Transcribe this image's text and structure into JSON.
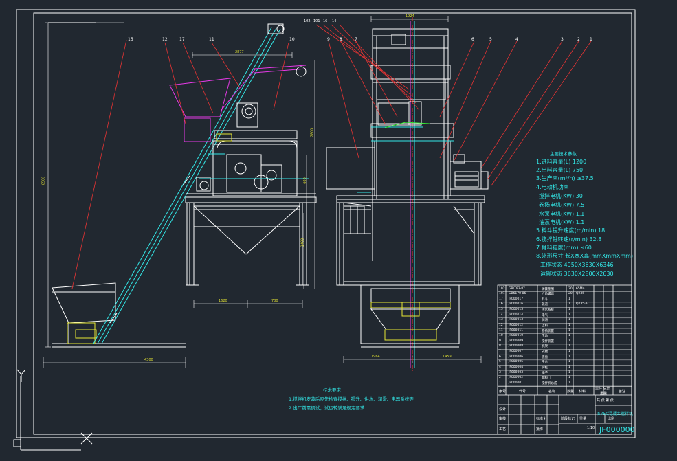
{
  "balloons": {
    "n15": "15",
    "n12": "12",
    "n17": "17",
    "n11": "11",
    "n10": "10",
    "n102": "102",
    "n101": "101",
    "n16": "16",
    "n14": "14",
    "n9": "9",
    "n8": "8",
    "n7": "7",
    "n6": "6",
    "n5": "5",
    "n4": "4",
    "n3": "3",
    "n2": "2",
    "n1": "1"
  },
  "dimensions": {
    "top_left": "2877",
    "top_right": "1924",
    "bottom_overall": "4300",
    "bottom_a": "1620",
    "bottom_b": "780",
    "bottom_c": "1964",
    "bottom_d": "1459",
    "v_total": "6500",
    "v_a": "2800",
    "v_b": "1400",
    "v_c": "600"
  },
  "params": {
    "title": "主要技术参数",
    "l1": "1.进料容量(L)   1200",
    "l2": "2.出料容量(L)   750",
    "l3": "3.生产率(m³/h)  ≥37.5",
    "l4": "4.电动机功率",
    "l4a": "搅拌电机(KW)   30",
    "l4b": "卷扬电机(KW)   7.5",
    "l4c": "水泵电机(KW)   1.1",
    "l4d": "油泵电机(KW)   1.1",
    "l5": "5.料斗提升速度(m/min)  18",
    "l6": "6.搅拌轴转速(r/min)   32.8",
    "l7": "7.骨料粒度(mm)      ≤60",
    "l8": "8.外形尺寸 长X宽X高(mmXmmXmm)",
    "l8a": "工作状态  4950X3630X6346",
    "l8b": "运输状态  3630X2800X2630"
  },
  "notes": {
    "title": "技术要求",
    "n1": "1.搅拌机安装后应先检查搅拌、提升、供水、润滑、电器系统等",
    "n2": "2.出厂前需调试，试运转满足规定要求"
  },
  "bom": {
    "rows": [
      {
        "no": "102",
        "code": "GB/T93-87",
        "name": "弹簧垫圈",
        "qty": "20",
        "mat": "65Mn"
      },
      {
        "no": "101",
        "code": "GB6170-86",
        "name": "六角螺母",
        "qty": "20",
        "mat": "Q235"
      },
      {
        "no": "17",
        "code": "JF000017",
        "name": "料斗",
        "qty": "1",
        "mat": ""
      },
      {
        "no": "16",
        "code": "JF000016",
        "name": "轨道",
        "qty": "1",
        "mat": "Q235-A"
      },
      {
        "no": "15",
        "code": "JF000015",
        "name": "供水系统",
        "qty": "1",
        "mat": ""
      },
      {
        "no": "14",
        "code": "JF000014",
        "name": "电气",
        "qty": "1",
        "mat": ""
      },
      {
        "no": "13",
        "code": "JF000013",
        "name": "润滑",
        "qty": "1",
        "mat": ""
      },
      {
        "no": "12",
        "code": "JF000012",
        "name": "上料",
        "qty": "1",
        "mat": ""
      },
      {
        "no": "11",
        "code": "JF000011",
        "name": "卷扬装置",
        "qty": "1",
        "mat": ""
      },
      {
        "no": "10",
        "code": "JF000010",
        "name": "传动",
        "qty": "1",
        "mat": ""
      },
      {
        "no": "9",
        "code": "JF000009",
        "name": "搅拌装置",
        "qty": "1",
        "mat": ""
      },
      {
        "no": "8",
        "code": "JF000008",
        "name": "机架",
        "qty": "1",
        "mat": ""
      },
      {
        "no": "7",
        "code": "JF000007",
        "name": "支腿",
        "qty": "1",
        "mat": ""
      },
      {
        "no": "6",
        "code": "JF000006",
        "name": "底盘",
        "qty": "1",
        "mat": ""
      },
      {
        "no": "5",
        "code": "JF000005",
        "name": "平台",
        "qty": "1",
        "mat": ""
      },
      {
        "no": "4",
        "code": "JF000004",
        "name": "护栏",
        "qty": "1",
        "mat": ""
      },
      {
        "no": "3",
        "code": "JF000003",
        "name": "梯子",
        "qty": "1",
        "mat": ""
      },
      {
        "no": "2",
        "code": "JF000002",
        "name": "卸料门",
        "qty": "1",
        "mat": ""
      },
      {
        "no": "1",
        "code": "JF000001",
        "name": "搅拌机总成",
        "qty": "1",
        "mat": ""
      }
    ],
    "header": {
      "no": "序号",
      "code": "代号",
      "name": "名称",
      "qty": "数量",
      "mat": "材料",
      "weight": "单件 总计",
      "weight2": "重量",
      "remark": "备注"
    }
  },
  "title_block": {
    "drawing_name": "JS750混凝土搅拌机",
    "drawing_no": "JF000000",
    "scale": "1:10",
    "stage": "阶段标记",
    "weight": "重量",
    "ratio": "比例",
    "sheet": "共 张 第 张",
    "design": "设计",
    "check": "审核",
    "process": "工艺",
    "approve": "批准",
    "std": "标准化"
  },
  "colors": {
    "background": "#212830",
    "frame": "#ffffff",
    "cyan": "#33e8e8",
    "magenta": "#e83ae8",
    "red": "#e83434",
    "yellow": "#e8e834",
    "green": "#34e834",
    "blue": "#5555ff"
  }
}
